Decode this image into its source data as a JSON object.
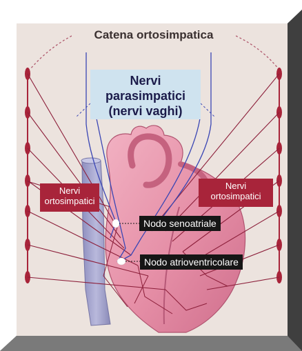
{
  "title": "Catena ortosimpatica",
  "parasympathetic": {
    "line1": "Nervi",
    "line2": "parasimpatici",
    "line3": "(nervi vaghi)"
  },
  "orthosympathetic_left": {
    "line1": "Nervi",
    "line2": "ortosimpatici"
  },
  "orthosympathetic_right": {
    "line1": "Nervi",
    "line2": "ortosimpatici"
  },
  "nodes": {
    "sinoatrial": "Nodo senoatriale",
    "atrioventricular": "Nodo atrioventricolare"
  },
  "colors": {
    "panel_background": "#ece3de",
    "frame_shadow": "#5b5b5b",
    "heart": "#e38fa6",
    "vessel": "#a3a3cc",
    "sympathetic_nerves": "#8c1f3a",
    "parasympathetic_nerves": "#3a46b4",
    "label_red": "#a8243a",
    "label_blue": "#cfe3ef"
  }
}
